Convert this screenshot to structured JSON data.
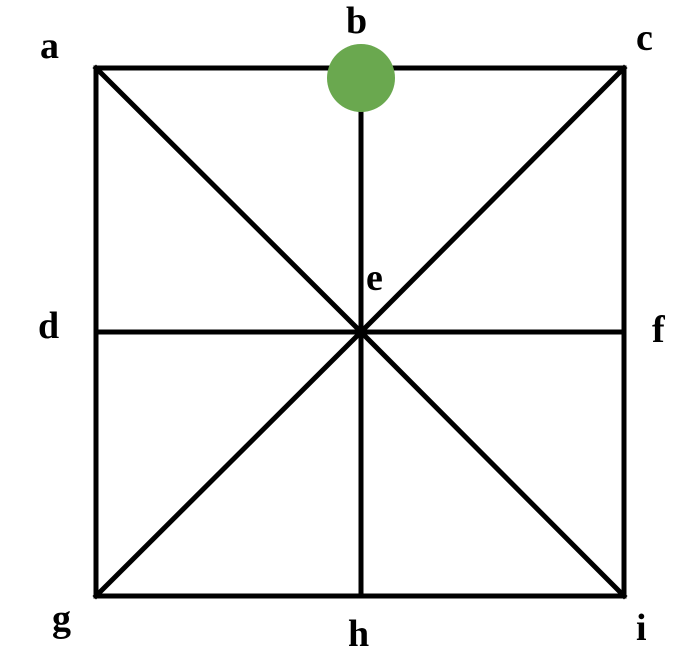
{
  "diagram": {
    "nodes": [
      {
        "id": "a",
        "label": "a"
      },
      {
        "id": "b",
        "label": "b"
      },
      {
        "id": "c",
        "label": "c"
      },
      {
        "id": "d",
        "label": "d"
      },
      {
        "id": "e",
        "label": "e"
      },
      {
        "id": "f",
        "label": "f"
      },
      {
        "id": "g",
        "label": "g"
      },
      {
        "id": "h",
        "label": "h"
      },
      {
        "id": "i",
        "label": "i"
      }
    ],
    "edges": [
      [
        "a",
        "b"
      ],
      [
        "b",
        "c"
      ],
      [
        "d",
        "e"
      ],
      [
        "e",
        "f"
      ],
      [
        "g",
        "h"
      ],
      [
        "h",
        "i"
      ],
      [
        "a",
        "d"
      ],
      [
        "d",
        "g"
      ],
      [
        "b",
        "e"
      ],
      [
        "e",
        "h"
      ],
      [
        "c",
        "f"
      ],
      [
        "f",
        "i"
      ],
      [
        "a",
        "e"
      ],
      [
        "e",
        "i"
      ],
      [
        "c",
        "e"
      ],
      [
        "e",
        "g"
      ]
    ],
    "token": {
      "node": "b",
      "color": "#6aa84f"
    },
    "colors": {
      "line": "#000000",
      "label": "#000000",
      "background": "#ffffff"
    }
  }
}
